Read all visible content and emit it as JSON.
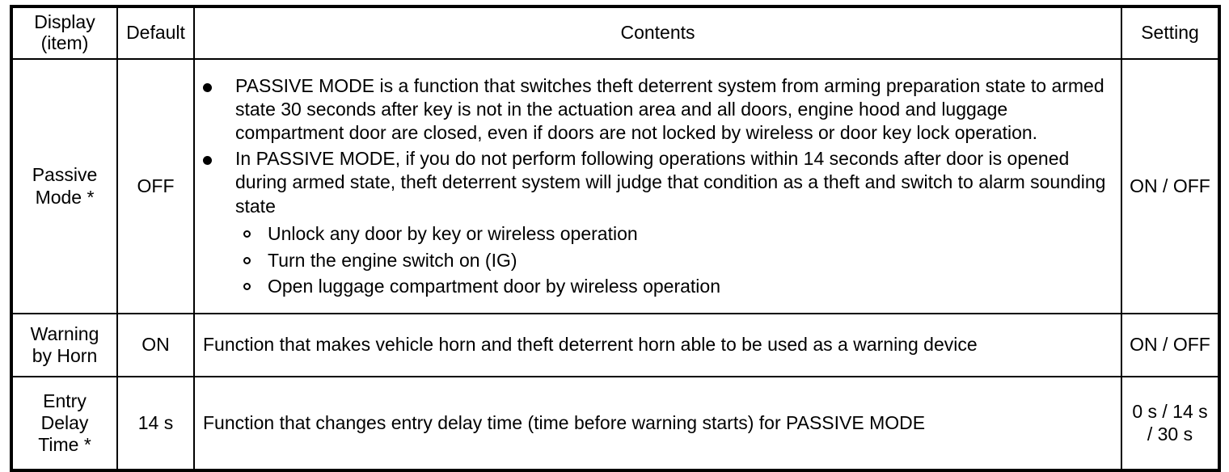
{
  "table": {
    "headers": {
      "display": "Display\n(item)",
      "display_line1": "Display",
      "display_line2": "(item)",
      "default": "Default",
      "contents": "Contents",
      "setting": "Setting"
    },
    "rows": [
      {
        "id": "passive-mode",
        "display_line1": "Passive",
        "display_line2": "Mode *",
        "default": "OFF",
        "setting": "ON / OFF",
        "contents": {
          "bullets": [
            "PASSIVE MODE is a function that switches theft deterrent system from arming preparation state to armed state 30 seconds after key is not in the actuation area and all doors, engine hood and luggage compartment door are closed, even if doors are not locked by wireless or door key lock operation.",
            "In PASSIVE MODE, if you do not perform following operations within 14 seconds after door is opened during armed state, theft deterrent system will judge that condition as a theft and switch to alarm sounding state"
          ],
          "sub_bullets": [
            "Unlock any door by key or wireless operation",
            "Turn the engine switch on (IG)",
            "Open luggage compartment door by wireless operation"
          ]
        }
      },
      {
        "id": "warning-by-horn",
        "display_line1": "Warning",
        "display_line2": "by Horn",
        "default": "ON",
        "setting": "ON / OFF",
        "contents": {
          "text": "Function that makes vehicle horn and theft deterrent horn able to be used as a warning device"
        }
      },
      {
        "id": "entry-delay-time",
        "display_line1": "Entry",
        "display_line2": "Delay",
        "display_line3": "Time *",
        "default": "14 s",
        "setting_line1": "0 s / 14 s",
        "setting_line2": "/ 30 s",
        "contents": {
          "text": "Function that changes entry delay time (time before warning starts) for PASSIVE MODE"
        }
      }
    ]
  },
  "colors": {
    "border": "#000000",
    "text": "#000000",
    "background": "#ffffff"
  }
}
